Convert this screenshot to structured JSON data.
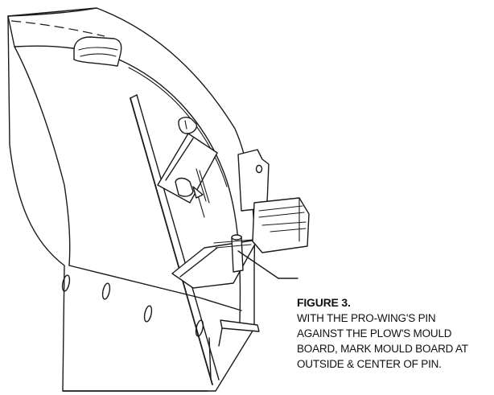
{
  "figure": {
    "title": "FIGURE 3.",
    "caption_lines": [
      "WITH THE PRO-WING'S PIN",
      "AGAINST THE PLOW'S MOULD",
      "BOARD, MARK MOULD BOARD AT",
      "OUTSIDE & CENTER OF PIN."
    ]
  },
  "colors": {
    "line": "#1a1a1a",
    "background": "#ffffff"
  }
}
